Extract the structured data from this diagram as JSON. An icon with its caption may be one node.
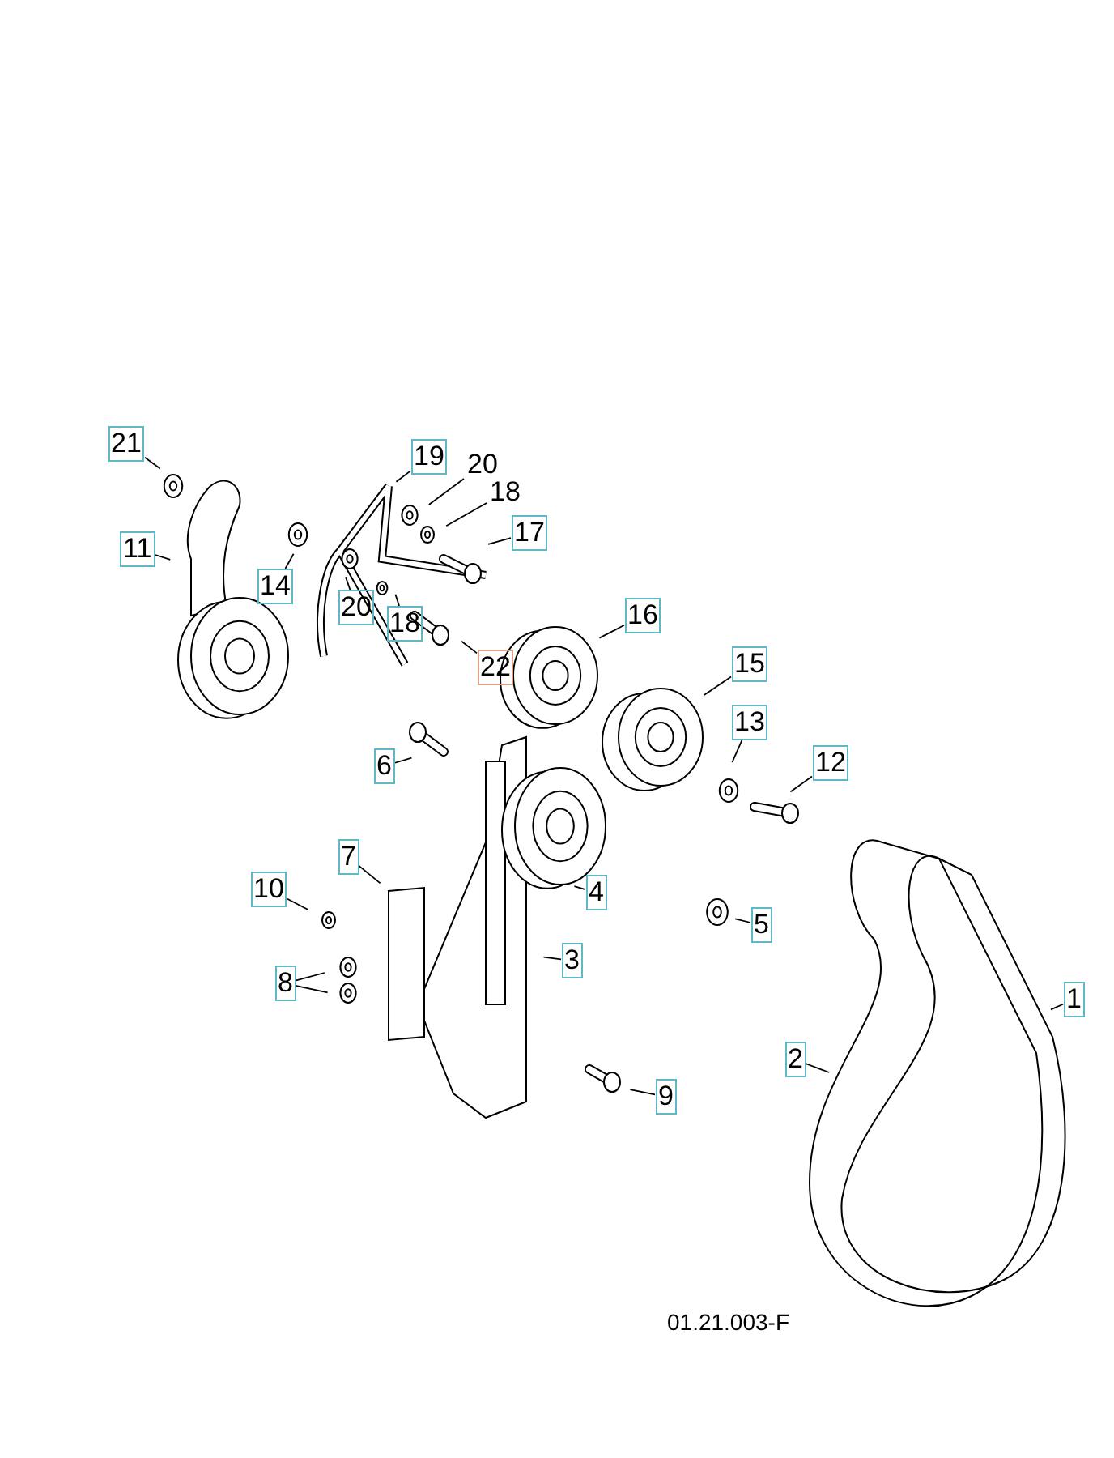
{
  "diagram": {
    "nodes": [
      {
        "text": [
          "21"
        ]
      },
      {
        "text": [
          "19"
        ]
      },
      {
        "text": [
          "20"
        ]
      },
      {
        "text": [
          "18"
        ]
      },
      {
        "text": [
          "11"
        ]
      },
      {
        "text": [
          "17"
        ]
      },
      {
        "text": [
          "14"
        ]
      },
      {
        "text": [
          "20"
        ]
      },
      {
        "text": [
          "18"
        ]
      },
      {
        "text": [
          "16"
        ]
      },
      {
        "text": [
          "22"
        ]
      },
      {
        "text": [
          "15"
        ]
      },
      {
        "text": [
          "13"
        ]
      },
      {
        "text": [
          "12"
        ]
      },
      {
        "text": [
          "6"
        ]
      },
      {
        "text": [
          "7"
        ]
      },
      {
        "text": [
          "4"
        ]
      },
      {
        "text": [
          "10"
        ]
      },
      {
        "text": [
          "5"
        ]
      },
      {
        "text": [
          "8"
        ]
      },
      {
        "text": [
          "3"
        ]
      },
      {
        "text": [
          "9"
        ]
      },
      {
        "text": [
          "2"
        ]
      },
      {
        "text": [
          "1"
        ]
      }
    ],
    "edges": [
      {
        "from": 0,
        "to": null,
        "arrow": "none"
      },
      {
        "from": 1,
        "to": null,
        "arrow": "none"
      },
      {
        "from": 2,
        "to": null,
        "arrow": "none"
      },
      {
        "from": 3,
        "to": null,
        "arrow": "none"
      },
      {
        "from": 4,
        "to": null,
        "arrow": "none"
      },
      {
        "from": 5,
        "to": null,
        "arrow": "none"
      },
      {
        "from": 6,
        "to": null,
        "arrow": "none"
      },
      {
        "from": 7,
        "to": null,
        "arrow": "none"
      },
      {
        "from": 8,
        "to": null,
        "arrow": "none"
      },
      {
        "from": 9,
        "to": null,
        "arrow": "none"
      },
      {
        "from": 10,
        "to": null,
        "arrow": "none"
      },
      {
        "from": 11,
        "to": null,
        "arrow": "none"
      },
      {
        "from": 12,
        "to": null,
        "arrow": "none"
      },
      {
        "from": 13,
        "to": null,
        "arrow": "none"
      },
      {
        "from": 14,
        "to": null,
        "arrow": "none"
      },
      {
        "from": 15,
        "to": null,
        "arrow": "none"
      },
      {
        "from": 16,
        "to": null,
        "arrow": "none"
      },
      {
        "from": 17,
        "to": null,
        "arrow": "none"
      },
      {
        "from": 18,
        "to": null,
        "arrow": "none"
      },
      {
        "from": 19,
        "to": null,
        "arrow": "none"
      },
      {
        "from": 19,
        "to": null,
        "arrow": "none"
      },
      {
        "from": 20,
        "to": null,
        "arrow": "none"
      },
      {
        "from": 21,
        "to": null,
        "arrow": "none"
      },
      {
        "from": 22,
        "to": null,
        "arrow": "none"
      },
      {
        "from": 23,
        "to": null,
        "arrow": "none"
      }
    ],
    "labels": [
      "01.21.003-F"
    ]
  }
}
